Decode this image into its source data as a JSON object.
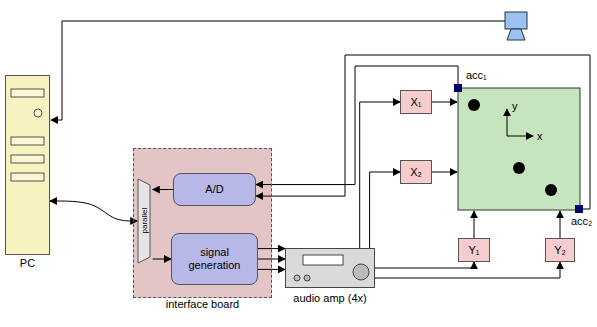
{
  "diagram": {
    "nodes": [
      {
        "text": [
          "PC"
        ]
      },
      {
        "text": [
          "interface board"
        ]
      },
      {
        "text": [
          "parallel"
        ],
        "in": 1
      },
      {
        "text": [
          "A/D"
        ],
        "in": 1
      },
      {
        "text": [
          "signal generation"
        ],
        "in": 1
      },
      {
        "text": [
          "audio amp (4x)"
        ]
      },
      {
        "text": [
          "X₁"
        ]
      },
      {
        "text": [
          "X₂"
        ]
      },
      {
        "text": [
          "Y₁"
        ]
      },
      {
        "text": [
          "Y₂"
        ]
      },
      {
        "text": [
          "acc₁"
        ]
      },
      {
        "text": [
          "acc₂"
        ]
      }
    ],
    "edges": [
      {
        "from": 0,
        "to": 2,
        "arrow": "both"
      },
      {
        "from": 3,
        "to": 2,
        "arrow": "to"
      },
      {
        "from": 2,
        "to": 4,
        "arrow": "to"
      },
      {
        "from": 4,
        "to": 5,
        "arrow": "to"
      },
      {
        "from": 4,
        "to": 5,
        "arrow": "to"
      },
      {
        "from": 4,
        "to": 5,
        "arrow": "to"
      },
      {
        "from": 5,
        "to": 6,
        "arrow": "to"
      },
      {
        "from": 5,
        "to": 7,
        "arrow": "to"
      },
      {
        "from": 5,
        "to": 8,
        "arrow": "to"
      },
      {
        "from": 5,
        "to": 9,
        "arrow": "to"
      },
      {
        "from": 10,
        "to": 3,
        "arrow": "to"
      },
      {
        "from": 11,
        "to": 3,
        "arrow": "to"
      }
    ],
    "labels": [
      "y",
      "x"
    ]
  }
}
